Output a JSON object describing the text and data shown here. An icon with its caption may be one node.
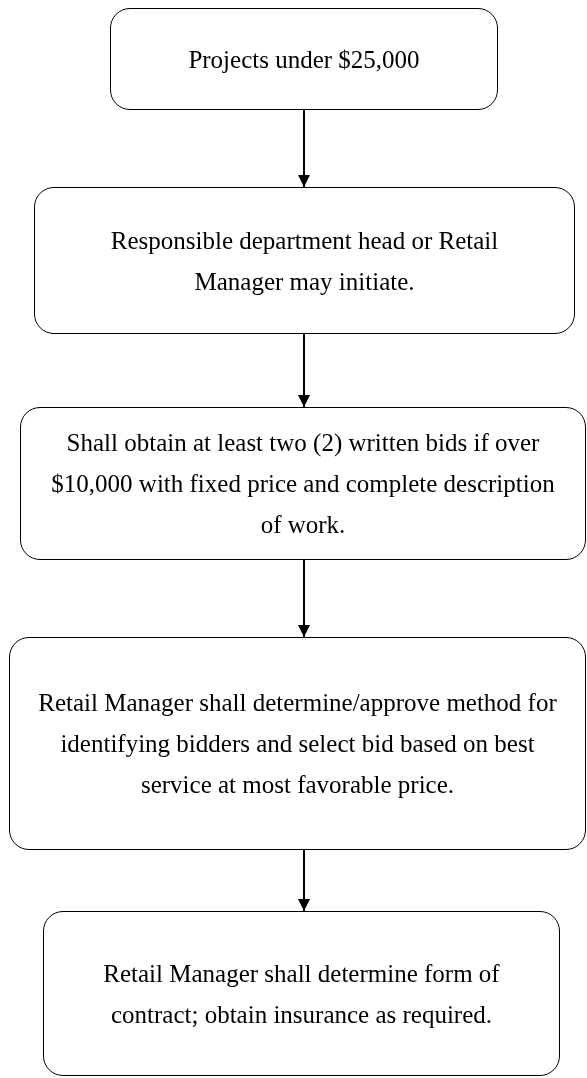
{
  "diagram": {
    "nodes": [
      {
        "text": [
          "Projects under $25,000"
        ]
      },
      {
        "text": [
          "Responsible department head or Retail Manager may initiate."
        ]
      },
      {
        "text": [
          "Shall obtain at least two (2) written bids if over $10,000 with fixed price and complete description of work."
        ]
      },
      {
        "text": [
          "Retail Manager shall determine/approve method for identifying bidders and select bid based on best service at most favorable price."
        ]
      },
      {
        "text": [
          "Retail Manager shall determine form of contract; obtain insurance as required."
        ]
      }
    ],
    "edges": [
      {
        "from": 0,
        "to": 1,
        "arrow": "to"
      },
      {
        "from": 1,
        "to": 2,
        "arrow": "to"
      },
      {
        "from": 2,
        "to": 3,
        "arrow": "to"
      },
      {
        "from": 3,
        "to": 4,
        "arrow": "to"
      }
    ]
  }
}
